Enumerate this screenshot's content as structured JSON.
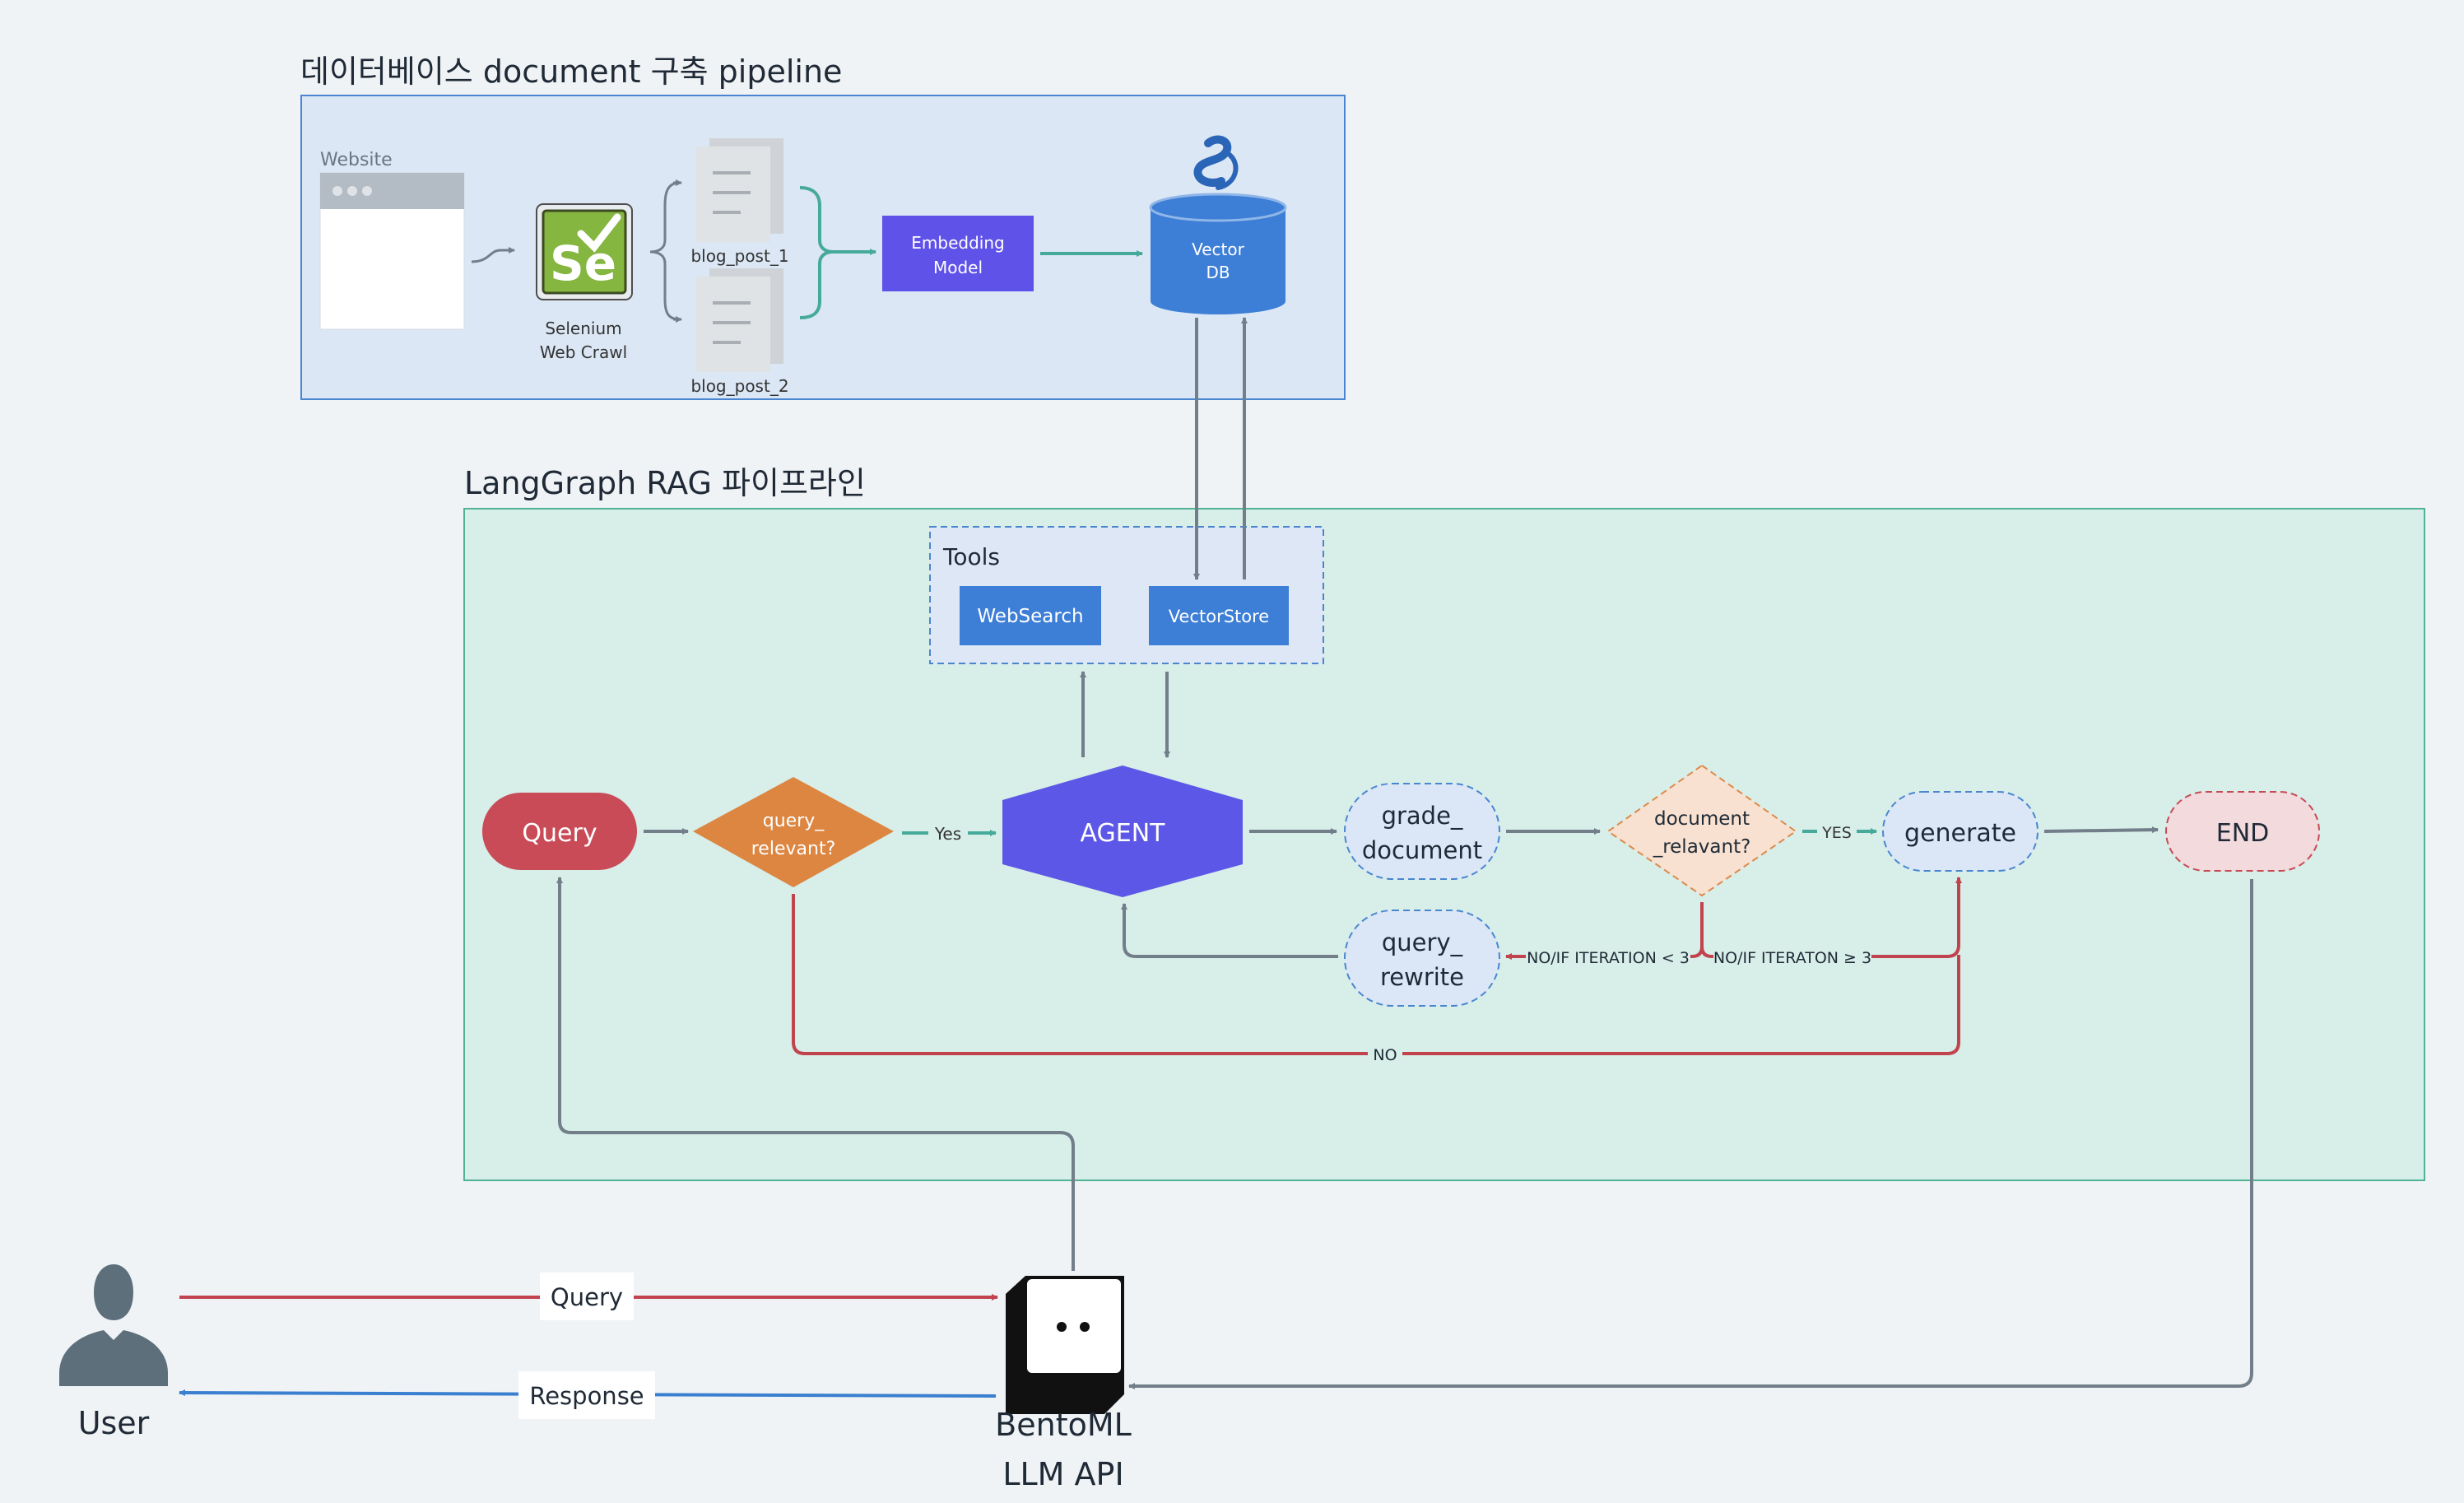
{
  "pipeline": {
    "title": "데이터베이스 document 구축 pipeline",
    "website_label": "Website",
    "selenium_logo_text": "Se",
    "selenium_label_1": "Selenium",
    "selenium_label_2": "Web Crawl",
    "doc1_label": "blog_post_1",
    "doc2_label": "blog_post_2",
    "embedding_label_1": "Embedding",
    "embedding_label_2": "Model",
    "vectordb_label_1": "Vector",
    "vectordb_label_2": "DB"
  },
  "rag": {
    "title": "LangGraph RAG 파이프라인",
    "tools_title": "Tools",
    "websearch": "WebSearch",
    "vectorstore": "VectorStore",
    "query": "Query",
    "query_relevant_1": "query_",
    "query_relevant_2": "relevant?",
    "yes1": "Yes",
    "agent": "AGENT",
    "grade_1": "grade_",
    "grade_2": "document",
    "doc_relevant_1": "document",
    "doc_relevant_2": "_relavant?",
    "yes2": "YES",
    "generate": "generate",
    "end": "END",
    "rewrite_1": "query_",
    "rewrite_2": "rewrite",
    "no_lt3": "NO/IF ITERATION < 3",
    "no_ge3": "NO/IF ITERATON ≥ 3",
    "no": "NO"
  },
  "bottom": {
    "user": "User",
    "query_label": "Query",
    "response_label": "Response",
    "bento_1": "BentoML",
    "bento_2": "LLM API"
  },
  "colors": {
    "background": "#f0f3f6",
    "pipeline_fill": "#dbe7f5",
    "pipeline_border": "#4a86d0",
    "rag_fill": "#d8eee9",
    "rag_border": "#4fb394",
    "query_node": "#c84b57",
    "query_relevant_node": "#dc8642",
    "agent_node": "#5c57e6",
    "embedding_node": "#5f52e8",
    "vector_db": "#3d7ed6",
    "tool_button": "#3d7ed6",
    "teal_arrow": "#45aa9a",
    "gray_arrow": "#727e89",
    "red_arrow": "#c1434e",
    "blue_arrow": "#3a7fd0",
    "end_fill": "#f2dadd",
    "end_border": "#c64b55",
    "dashed_node_fill": "#dbe6f7",
    "dashed_node_border": "#4a86d0",
    "decision_fill": "#f8e1d0",
    "decision_border": "#dd8a4c"
  },
  "icons": {
    "website": "browser-window-icon",
    "selenium": "selenium-logo-icon",
    "documents": "document-icon",
    "vector_db": "database-icon",
    "db_brand": "brand-logo-icon",
    "user": "user-avatar-icon",
    "bentoml": "bentoml-logo-icon"
  }
}
